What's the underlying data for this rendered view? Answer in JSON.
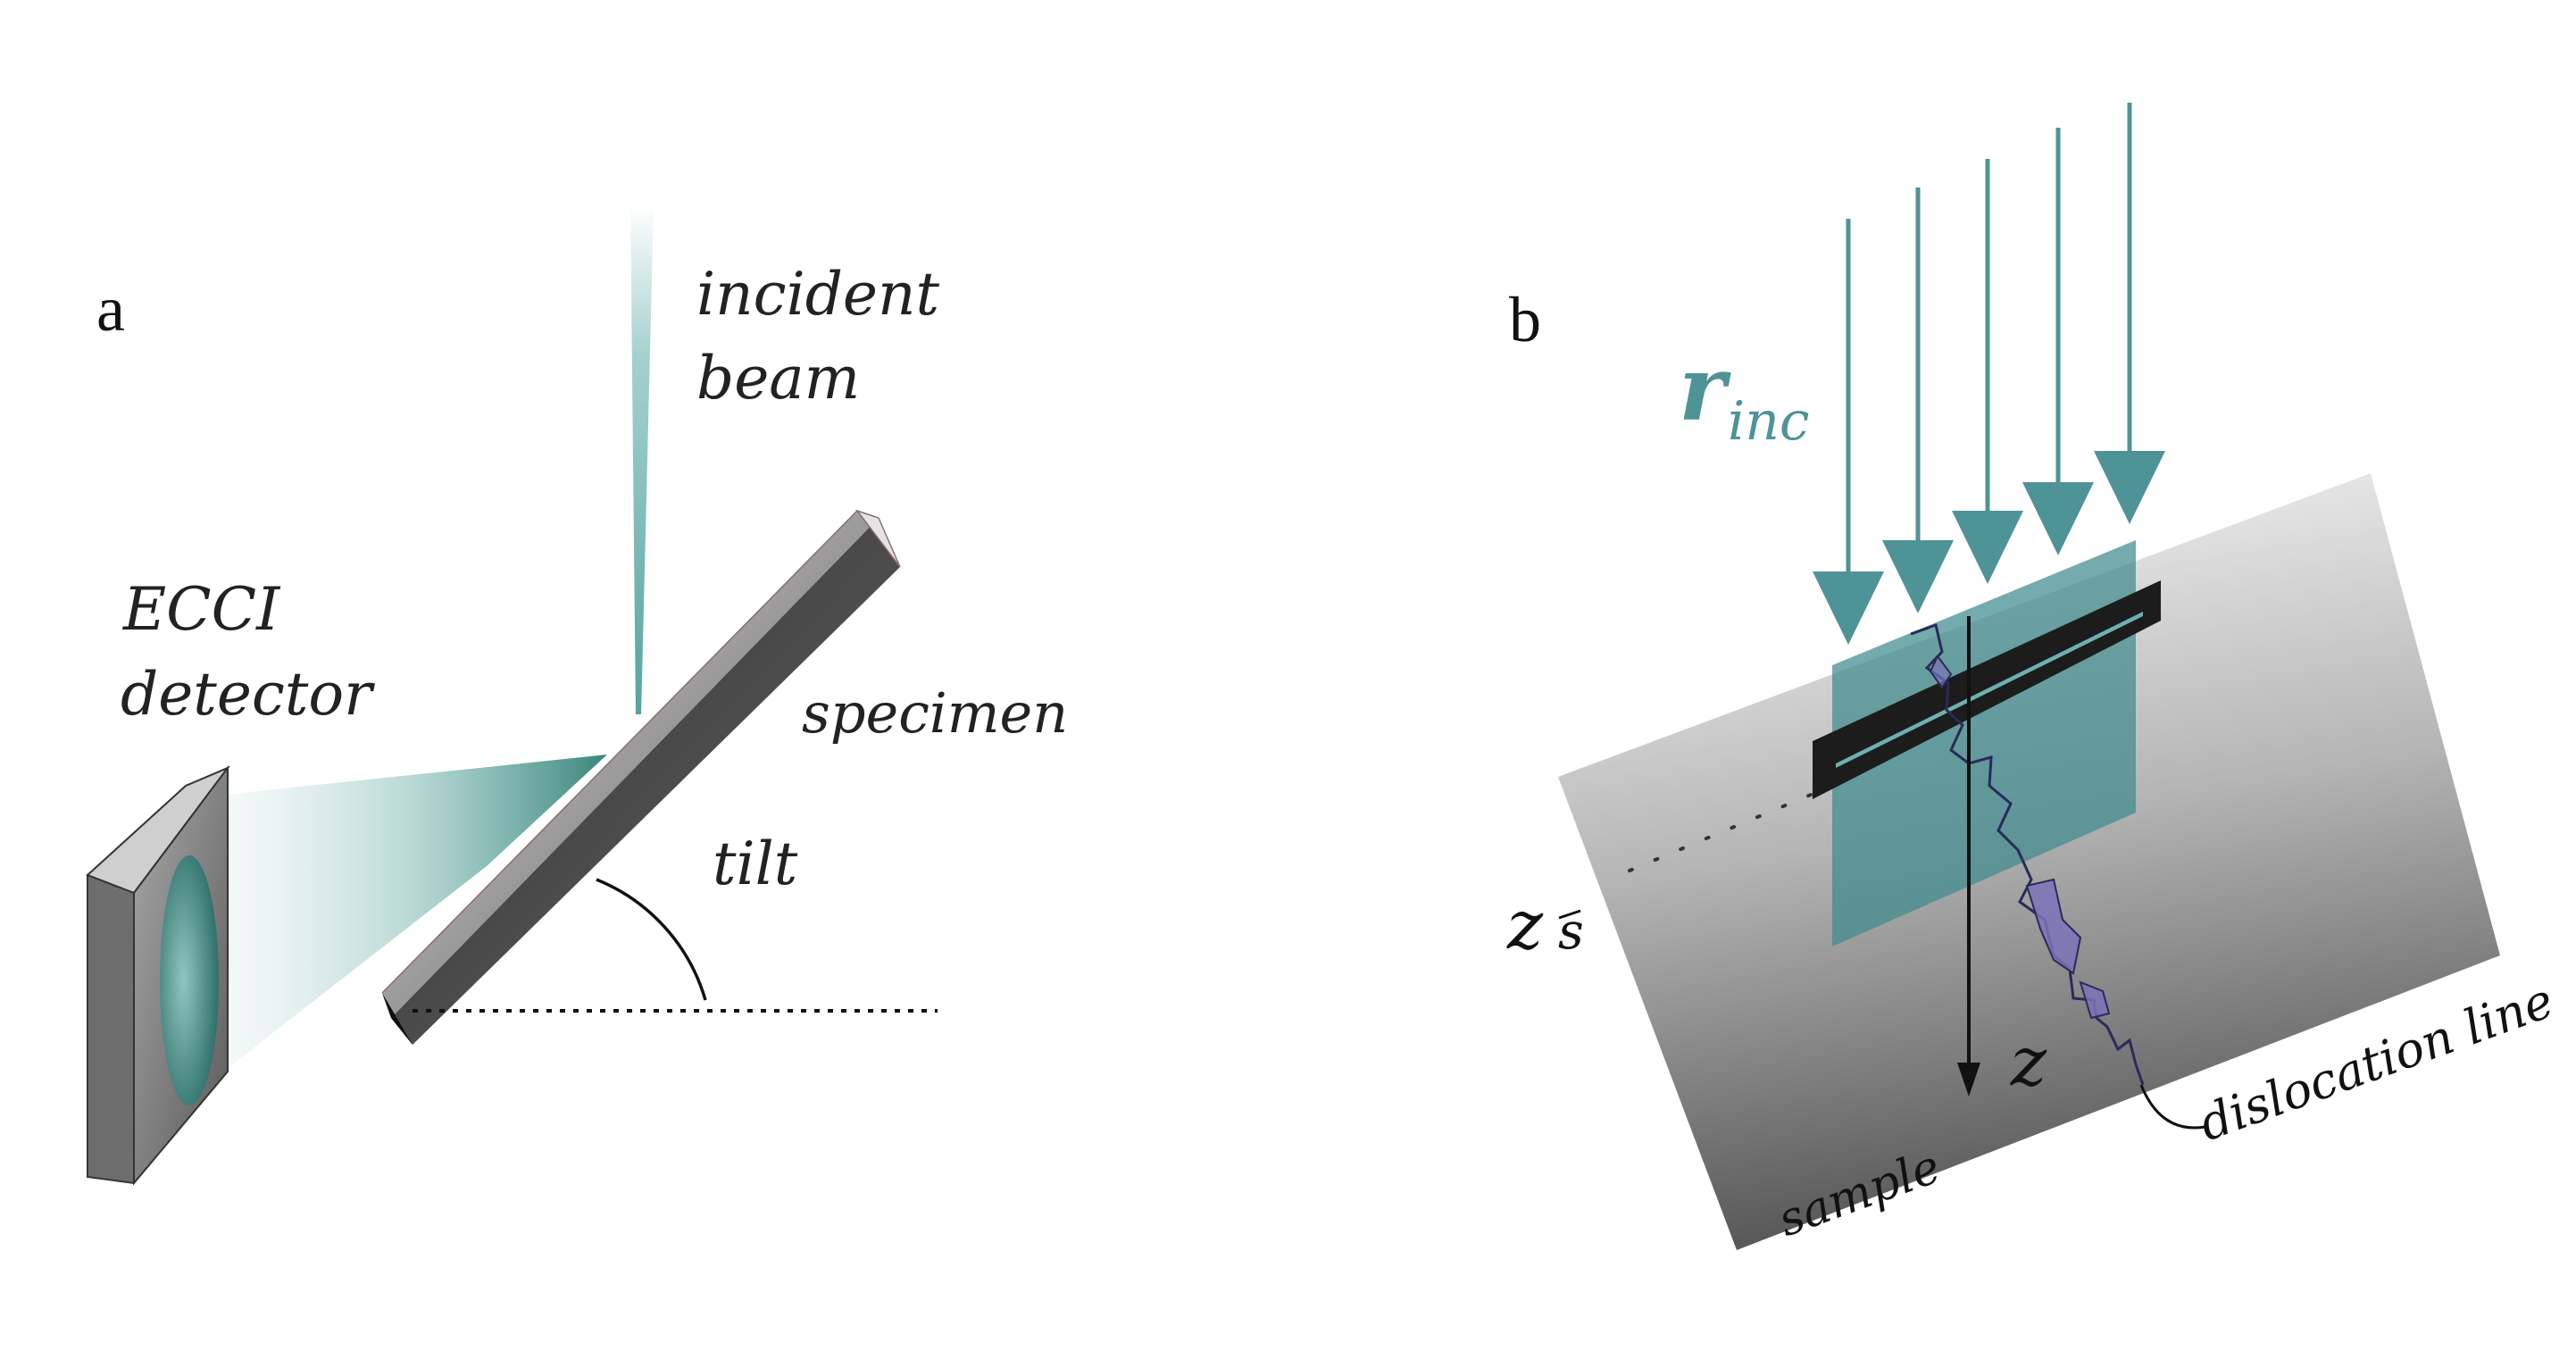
{
  "panel_a": {
    "label": "a",
    "incident_beam": [
      "incident",
      "beam"
    ],
    "ecci_detector": [
      "ECCI",
      "detector"
    ],
    "specimen": "specimen",
    "tilt": "tilt"
  },
  "panel_b": {
    "label": "b",
    "r_inc_main": "r",
    "r_inc_sub": "inc",
    "z_s_main": "z",
    "z_s_sub": "s",
    "z_axis": "z",
    "dislocation_line": "dislocation line",
    "sample": "sample"
  },
  "colors": {
    "teal": "#4e9396",
    "teal_fill": "#3f8b8c",
    "dislocation": "#7b73b8",
    "dark": "#1e1e1e"
  }
}
